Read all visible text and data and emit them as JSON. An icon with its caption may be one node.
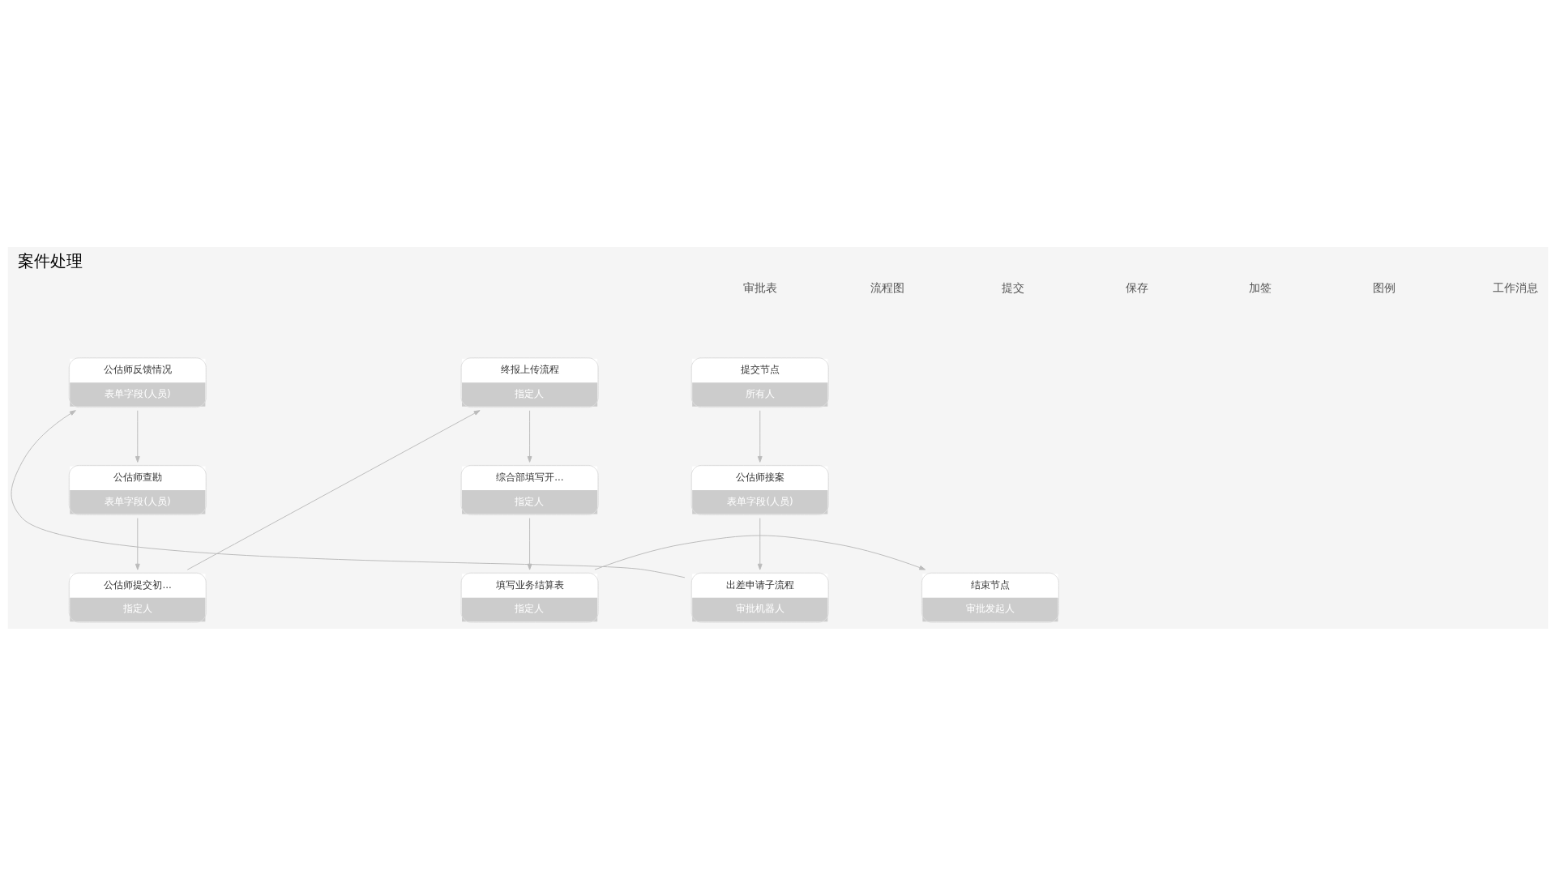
{
  "diagram": {
    "title": "案件处理",
    "nodes": [
      {
        "text": [
          "提交节点",
          "所有人"
        ]
      },
      {
        "text": [
          "公估师接案",
          "表单字段(人员)"
        ]
      },
      {
        "text": [
          "出差申请子流程",
          "审批机器人"
        ]
      },
      {
        "text": [
          "公估师反馈情况",
          "表单字段(人员)"
        ]
      },
      {
        "text": [
          "公估师查勘",
          "表单字段(人员)"
        ]
      },
      {
        "text": [
          "公估师提交初...",
          "指定人"
        ]
      },
      {
        "text": [
          "终报上传流程",
          "指定人"
        ]
      },
      {
        "text": [
          "综合部填写开...",
          "指定人"
        ]
      },
      {
        "text": [
          "填写业务结算表",
          "指定人"
        ]
      },
      {
        "text": [
          "结束节点",
          "审批发起人"
        ]
      }
    ],
    "edges": [
      {
        "from": 0,
        "to": 1,
        "arrow": "to"
      },
      {
        "from": 1,
        "to": 2,
        "arrow": "to"
      },
      {
        "from": 2,
        "to": 3,
        "arrow": "to"
      },
      {
        "from": 3,
        "to": 4,
        "arrow": "to"
      },
      {
        "from": 4,
        "to": 5,
        "arrow": "to"
      },
      {
        "from": 5,
        "to": 6,
        "arrow": "to"
      },
      {
        "from": 6,
        "to": 7,
        "arrow": "to"
      },
      {
        "from": 7,
        "to": 8,
        "arrow": "to"
      },
      {
        "from": 8,
        "to": 9,
        "arrow": "to"
      }
    ],
    "labels": [
      "审批表",
      "流程图",
      "提交",
      "保存",
      "加签",
      "图例",
      "工作消息"
    ]
  }
}
